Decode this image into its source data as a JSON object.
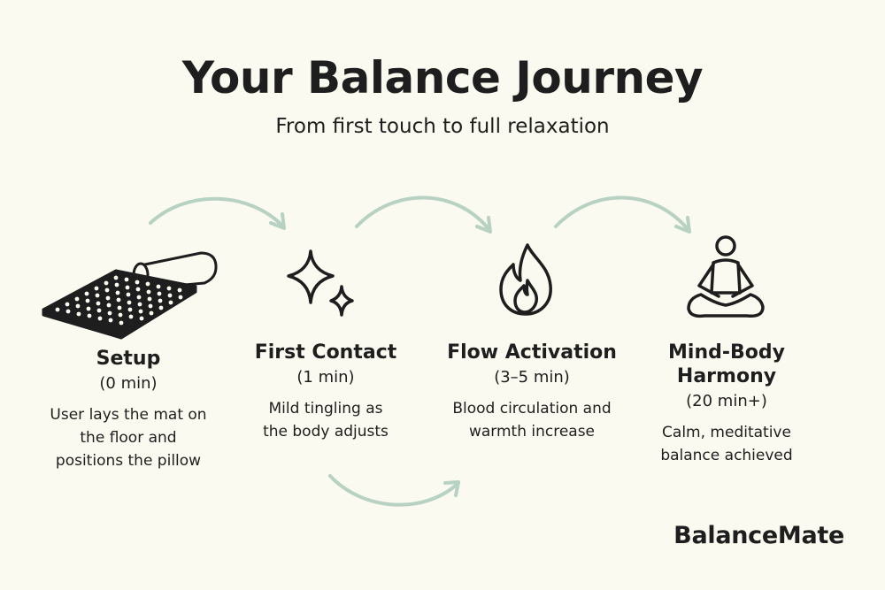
{
  "title": "Your Balance Journey",
  "subtitle": "From first touch to full relaxation",
  "steps": [
    {
      "name": "Setup",
      "time": "(0 min)",
      "description": "User lays the mat on the floor and positions the pillow",
      "icon": "acupressure-mat-icon"
    },
    {
      "name": "First Contact",
      "time": "(1 min)",
      "description": "Mild tingling as the body adjusts",
      "icon": "sparkle-icon"
    },
    {
      "name": "Flow Activation",
      "time": "(3–5 min)",
      "description": "Blood circulation and warmth increase",
      "icon": "flame-icon"
    },
    {
      "name": "Mind-Body Harmony",
      "time": "(20 min+)",
      "description": "Calm, meditative balance achieved",
      "icon": "meditation-icon"
    }
  ],
  "brand": "BalanceMate",
  "colors": {
    "background": "#fbfaf0",
    "ink": "#1e1e1e",
    "arrow": "#b7d1c3"
  }
}
